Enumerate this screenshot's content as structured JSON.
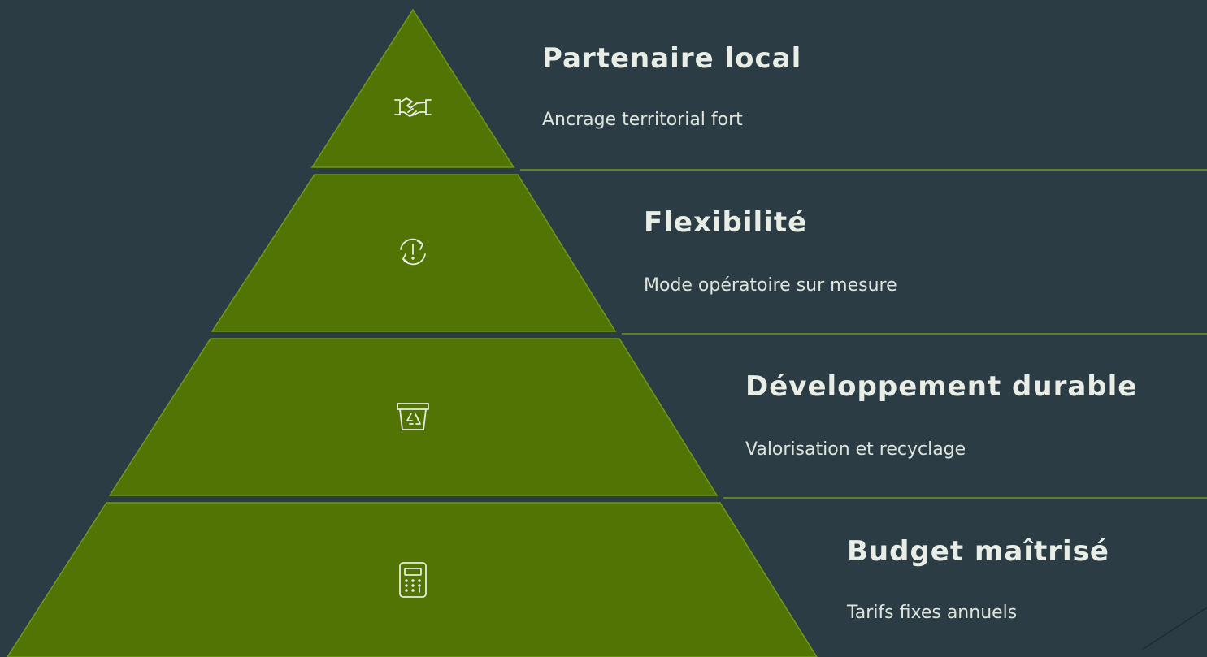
{
  "tiers": [
    {
      "title": "Partenaire local",
      "description": "Ancrage territorial fort",
      "icon": "handshake-icon"
    },
    {
      "title": "Flexibilité",
      "description": "Mode opératoire sur mesure",
      "icon": "refresh-alert-icon"
    },
    {
      "title": "Développement durable",
      "description": "Valorisation et recyclage",
      "icon": "recycle-bin-icon"
    },
    {
      "title": "Budget maîtrisé",
      "description": "Tarifs fixes annuels",
      "icon": "calculator-icon"
    }
  ],
  "colors": {
    "background": "#2b3c44",
    "tier_fill": "#527405",
    "divider": "#6f9a1e",
    "text": "#e8eee6"
  }
}
